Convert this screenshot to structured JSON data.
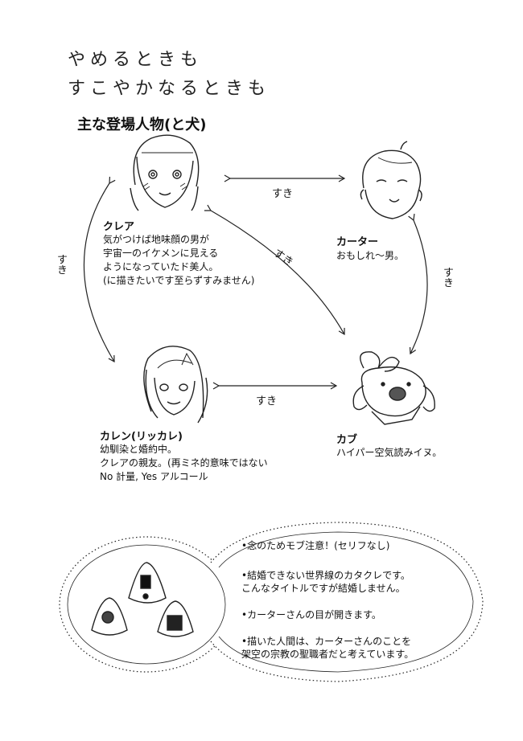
{
  "title": {
    "line1": "やめるときも",
    "line2": "すこやかなるときも"
  },
  "section_heading": "主な登場人物(と犬)",
  "characters": {
    "claire": {
      "name": "クレア",
      "desc": [
        "気がつけば地味顔の男が",
        "宇宙一のイケメンに見える",
        "ようになっていたド美人。",
        "(に描きたいです至らずすみません)"
      ]
    },
    "carter": {
      "name": "カーター",
      "desc": [
        "おもしれ〜男。"
      ]
    },
    "karen": {
      "name": "カレン(リッカレ)",
      "desc": [
        "幼馴染と婚約中。",
        "クレアの親友。(再ミネ的意味ではない",
        "No 計量,  Yes アルコール"
      ]
    },
    "kabu": {
      "name": "カブ",
      "desc": [
        "ハイパー空気読みイヌ。"
      ]
    }
  },
  "relations": {
    "claire_carter": "すき",
    "claire_karen": "すき",
    "carter_kabu": "すき",
    "diagonal": "すき",
    "karen_kabu": "すき"
  },
  "notes": [
    "•念のためモブ注意！(セリフなし)",
    "•結婚できない世界線のカタクレです。",
    "こんなタイトルですが結婚しません。",
    "•カーターさんの目が開きます。",
    "•描いた人間は、カーターさんのことを",
    "架空の宗教の聖職者だと考えています。"
  ]
}
